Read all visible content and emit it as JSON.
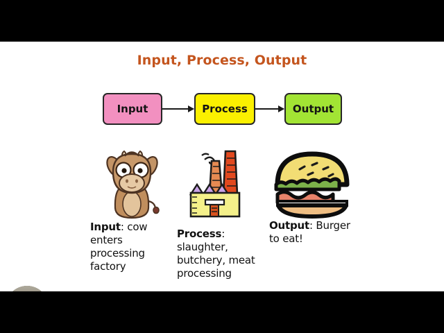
{
  "slide": {
    "title": "Input, Process, Output",
    "title_color": "#c4551e",
    "background": "#ffffff",
    "letterbox_color": "#000000"
  },
  "flow": {
    "boxes": [
      {
        "label": "Input",
        "color": "#f290c0"
      },
      {
        "label": "Process",
        "color": "#fbf000"
      },
      {
        "label": "Output",
        "color": "#a2e434"
      }
    ],
    "arrow_count": 2,
    "arrow_color": "#1a1a1a"
  },
  "columns": [
    {
      "icon": "cow-icon",
      "label": "Input",
      "separator": ":",
      "text": " cow enters processing factory",
      "caption_full": "Input: cow enters processing factory"
    },
    {
      "icon": "factory-icon",
      "label": "Process",
      "separator": ":",
      "text": " slaughter, butchery, meat processing",
      "caption_full": "Process: slaughter, butchery, meat processing"
    },
    {
      "icon": "burger-icon",
      "label": "Output",
      "separator": ":",
      "text": " Burger to eat!",
      "caption_full": "Output: Burger to eat!"
    }
  ],
  "webcam": {
    "present": true,
    "shape": "circle",
    "description": "presenter video thumbnail"
  }
}
